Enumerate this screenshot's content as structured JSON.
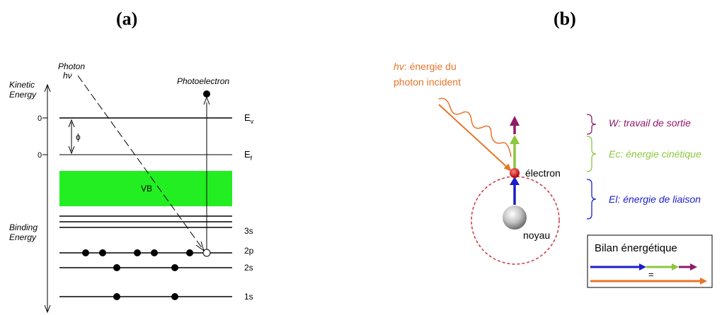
{
  "panel_a": {
    "label": "(a)",
    "axis_top_label_1": "Kinetic",
    "axis_top_label_2": "Energy",
    "axis_bottom_label_1": "Binding",
    "axis_bottom_label_2": "Energy",
    "tick_zero_top": "0",
    "tick_zero_bottom": "0",
    "photon_label_1": "Photon",
    "photon_label_2": "hν",
    "photoelectron_label": "Photoelectron",
    "phi_label": "ϕ",
    "ev_label": "E",
    "ev_sub": "v",
    "ef_label": "E",
    "ef_sub": "f",
    "vb_label": "VB",
    "level_3s": "3s",
    "level_2p": "2p",
    "level_2s": "2s",
    "level_1s": "1s",
    "vb_color": "#22ee22"
  },
  "panel_b": {
    "label": "(b)",
    "photon_desc_1_italic": "hv",
    "photon_desc_1_rest": ": énergie du",
    "photon_desc_2": "photon incident",
    "electron_label": "électron",
    "nucleus_label": "noyau",
    "work_label": "W: travail de sortie",
    "kinetic_label": "Ec: énergie cinétique",
    "binding_label": "El: énergie de liaison",
    "legend_title": "Bilan énergétique",
    "legend_equals": "=",
    "colors": {
      "photon": "#e8742a",
      "work": "#8e1a6a",
      "kinetic": "#8dc63f",
      "binding": "#1b1ec8",
      "electron": "#cc1111",
      "orbit": "#cc3344"
    }
  }
}
